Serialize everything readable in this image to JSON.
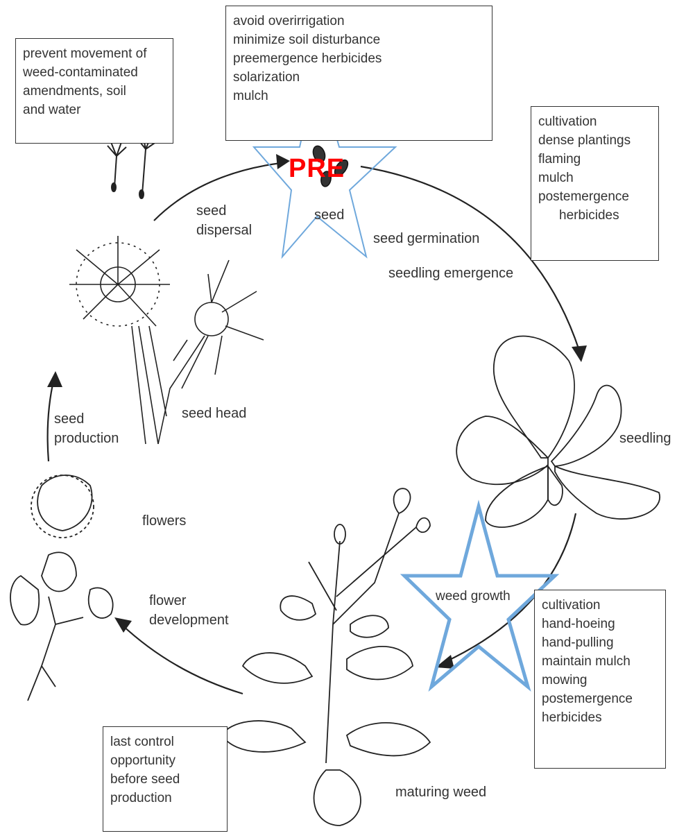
{
  "boxes": {
    "prevent": [
      "prevent movement of",
      "weed-contaminated",
      "amendments, soil",
      "and water"
    ],
    "pre_controls": [
      "avoid overirrigation",
      "minimize soil disturbance",
      "preemergence herbicides",
      "solarization",
      "mulch"
    ],
    "seedling_controls": [
      "cultivation",
      "dense plantings",
      "flaming",
      "mulch",
      "postemergence",
      "herbicides"
    ],
    "growth_controls": [
      "cultivation",
      "hand-hoeing",
      "hand-pulling",
      "maintain mulch",
      "mowing",
      "postemergence",
      "herbicides"
    ],
    "last_control": [
      "last control",
      "opportunity",
      "before seed",
      "production"
    ]
  },
  "labels": {
    "seed": "seed",
    "seed_dispersal": [
      "seed",
      "dispersal"
    ],
    "seed_germination": "seed germination",
    "seedling_emergence": "seedling emergence",
    "seedling": "seedling",
    "weed_growth": "weed growth",
    "maturing_weed": "maturing weed",
    "flower_development": [
      "flower",
      "development"
    ],
    "flowers": "flowers",
    "seed_production": [
      "seed",
      "production"
    ],
    "seed_head": "seed head"
  },
  "markers": {
    "pre": "PRE",
    "star_color": "#6fa8dc",
    "pre_color": "#ff0000"
  }
}
